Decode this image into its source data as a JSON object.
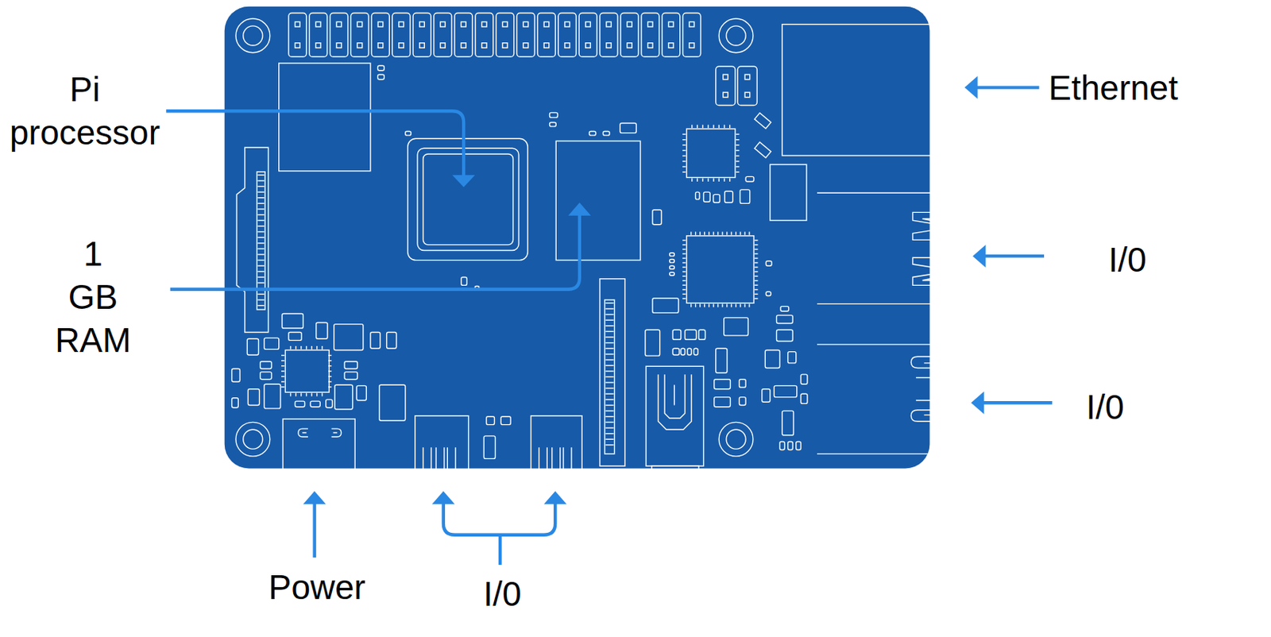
{
  "diagram": {
    "labels": [
      "Pi processor",
      "Ethernet",
      "1 GB RAM",
      "I/0",
      "I/0",
      "Power",
      "I/0"
    ]
  }
}
